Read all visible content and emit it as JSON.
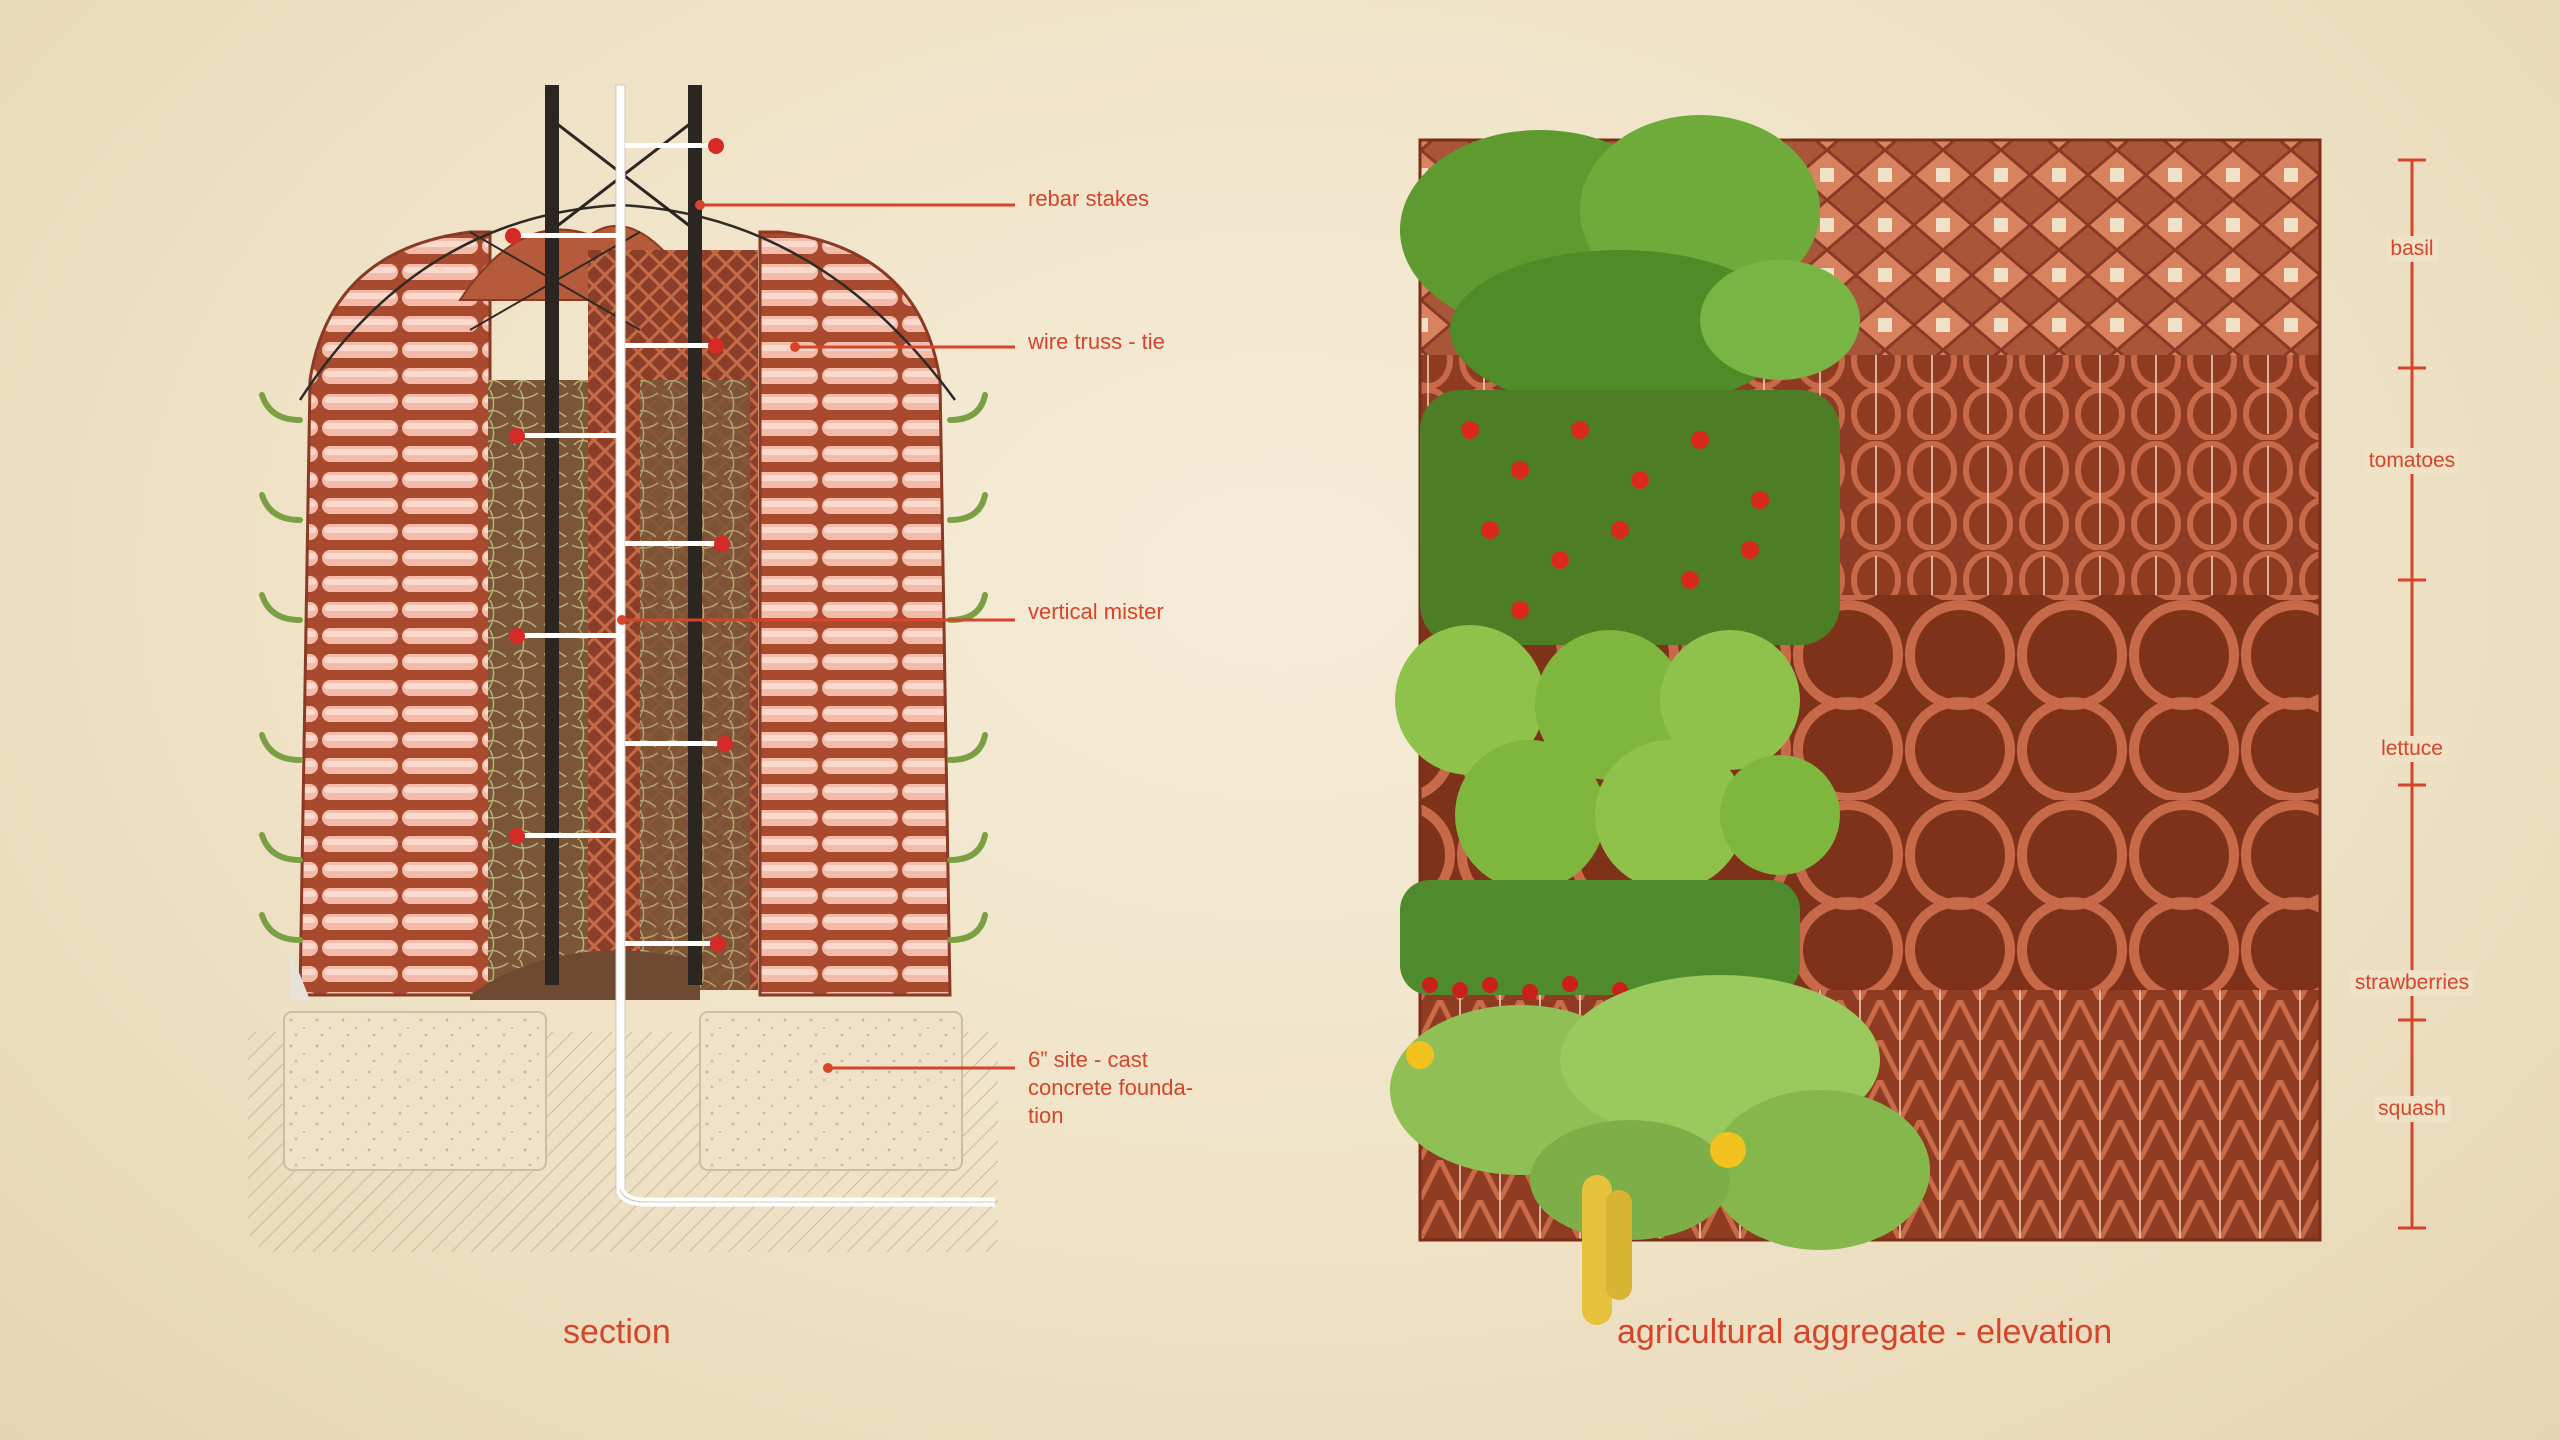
{
  "section": {
    "caption": "section",
    "callouts": {
      "rebar": "rebar stakes",
      "truss": "wire truss - tie",
      "mister": "vertical mister",
      "foundation": "6” site - cast concrete founda-tion"
    }
  },
  "elevation": {
    "caption": "agricultural aggregate -  elevation",
    "zones": [
      "basil",
      "tomatoes",
      "lettuce",
      "strawberries",
      "squash"
    ]
  },
  "colors": {
    "accent": "#d6452a",
    "terracotta": "#b6593a",
    "background": "#f1e4c9"
  }
}
